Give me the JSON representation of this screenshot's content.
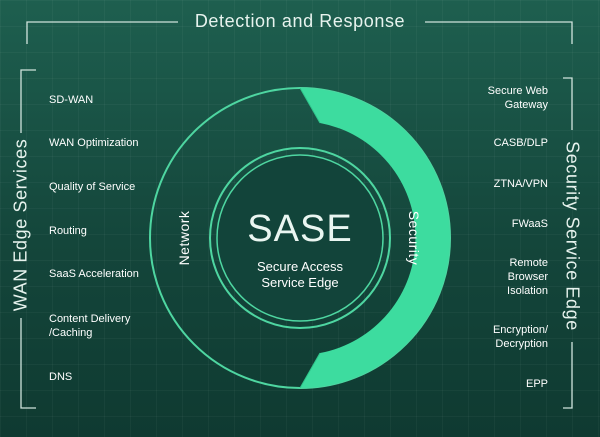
{
  "header": {
    "title": "Detection and Response"
  },
  "left": {
    "title": "WAN Edge Services",
    "items": [
      "SD-WAN",
      "WAN Optimization",
      "Quality of Service",
      "Routing",
      "SaaS Acceleration",
      "Content Delivery\n/Caching",
      "DNS"
    ]
  },
  "right": {
    "title": "Security Service Edge",
    "items": [
      "Secure Web\nGateway",
      "CASB/DLP",
      "ZTNA/VPN",
      "FWaaS",
      "Remote\nBrowser\nIsolation",
      "Encryption/\nDecryption",
      "EPP"
    ]
  },
  "center": {
    "title": "SASE",
    "subtitle": "Secure Access\nService Edge"
  },
  "ring": {
    "left_label": "Network",
    "right_label": "Security"
  },
  "colors": {
    "accent": "#3ddc9f",
    "ring_outline": "#4ed6a1",
    "background_top": "#1e5f4f",
    "background_bottom": "#0f3a31",
    "frame_line": "#cfe3dc"
  }
}
